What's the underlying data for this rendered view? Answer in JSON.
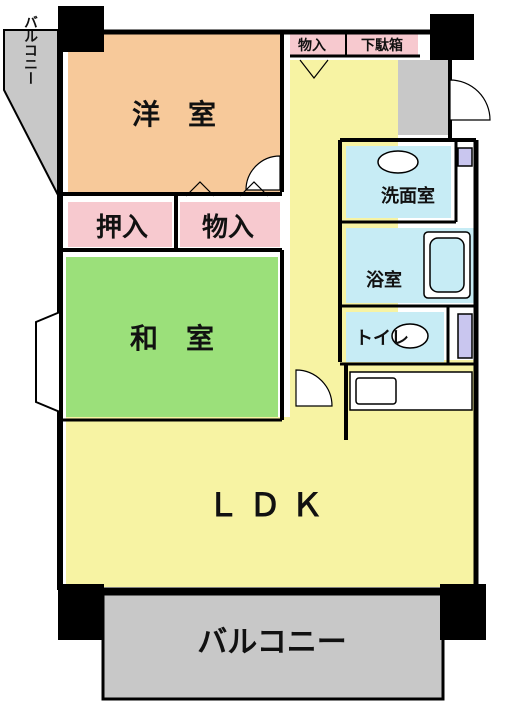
{
  "rooms": {
    "western_room": "洋　室",
    "closet_left": "押入",
    "storage_center": "物入",
    "japanese_room": "和　室",
    "ldk": "ＬＤＫ",
    "washroom": "洗面室",
    "bathroom": "浴室",
    "toilet": "トイレ",
    "storage_top": "物入",
    "shoe_box": "下駄箱",
    "balcony_side": "バルコニー",
    "balcony_bottom": "バルコニー"
  },
  "colors": {
    "western_room": "#f7c99a",
    "japanese_room": "#9be07a",
    "ldk": "#f7f3a3",
    "wet_area": "#c7ecf5",
    "closet": "#f7c9cf",
    "balcony": "#c8c8c8",
    "wall": "#000000"
  }
}
